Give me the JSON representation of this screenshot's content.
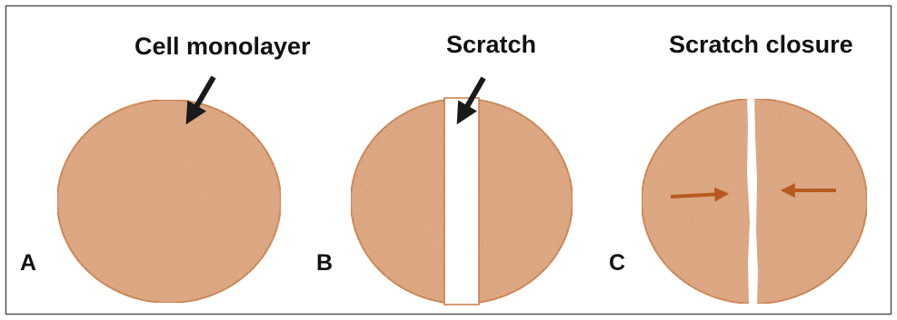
{
  "panels": [
    {
      "letter": "A",
      "title": "Cell monolayer"
    },
    {
      "letter": "B",
      "title": "Scratch"
    },
    {
      "letter": "C",
      "title": "Scratch closure"
    }
  ],
  "colors": {
    "cell_fill": "#d9a37e",
    "cell_outline": "#c77a45",
    "migration_arrow": "#b85a1f",
    "pointer_arrow": "#1a1a1a",
    "frame": "#555555"
  },
  "icons": {
    "pointer": "arrow-pointer-icon",
    "migration": "migration-arrow-icon"
  }
}
